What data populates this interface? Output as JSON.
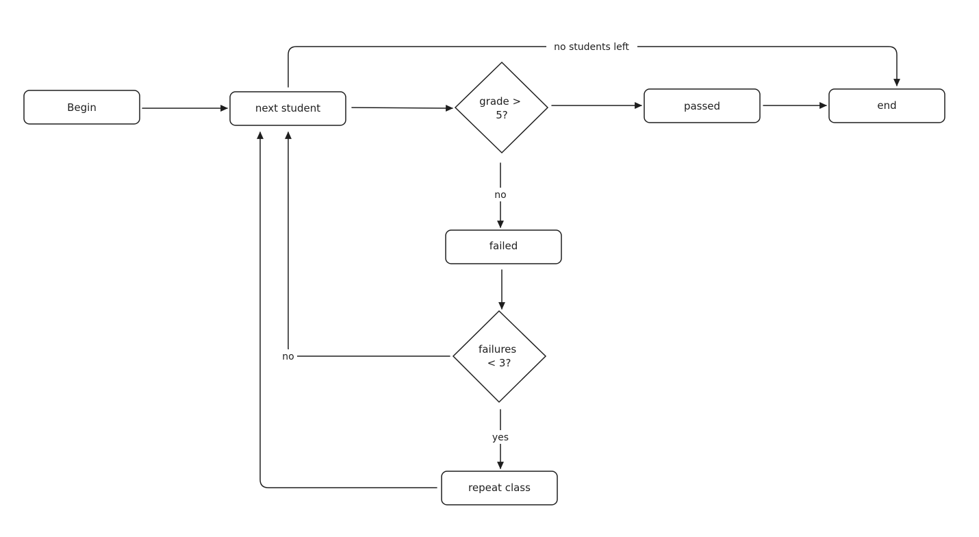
{
  "colors": {
    "stroke": "#1e1e1e",
    "background": "#ffffff"
  },
  "nodes": {
    "begin": "Begin",
    "next_student": "next student",
    "grade_check": [
      "grade >",
      "5?"
    ],
    "passed": "passed",
    "end": "end",
    "failed": "failed",
    "failures_check": [
      "failures",
      "< 3?"
    ],
    "repeat_class": "repeat class"
  },
  "edge_labels": {
    "no_students_left": "no students left",
    "grade_no": "no",
    "failures_no": "no",
    "failures_yes": "yes"
  }
}
